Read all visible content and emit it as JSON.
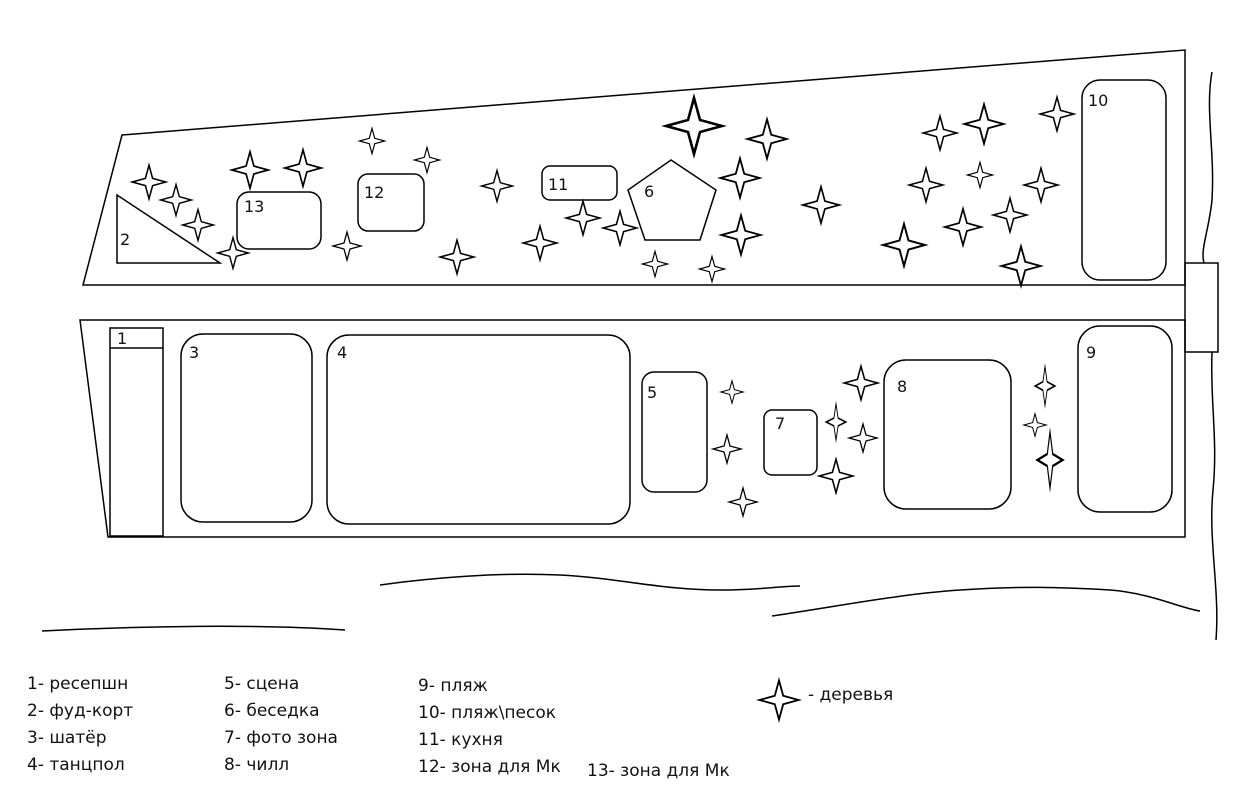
{
  "zones": [
    {
      "id": "reception",
      "label": "1"
    },
    {
      "id": "food-court",
      "label": "2"
    },
    {
      "id": "tent",
      "label": "3"
    },
    {
      "id": "dance-floor",
      "label": "4"
    },
    {
      "id": "stage",
      "label": "5"
    },
    {
      "id": "gazebo",
      "label": "6"
    },
    {
      "id": "photo-zone",
      "label": "7"
    },
    {
      "id": "chill",
      "label": "8"
    },
    {
      "id": "beach",
      "label": "9"
    },
    {
      "id": "beach-sand",
      "label": "10"
    },
    {
      "id": "kitchen",
      "label": "11"
    },
    {
      "id": "mc-zone-12",
      "label": "12"
    },
    {
      "id": "mc-zone-13",
      "label": "13"
    }
  ],
  "legend": {
    "col1": [
      "1- ресепшн",
      "2- фуд-корт",
      "3- шатёр",
      "4- танцпол"
    ],
    "col2": [
      "5- сцена",
      "6- беседка",
      "7- фото зона",
      "8- чилл"
    ],
    "col3": [
      "9- пляж",
      "10- пляж\\песок",
      "11- кухня",
      "12- зона для Мк"
    ],
    "extra": "13- зона для Мк",
    "trees": "- деревья"
  },
  "icons": {
    "tree": "four-point-star-tree-icon"
  },
  "colors": {
    "line": "#000000",
    "background": "#ffffff"
  }
}
